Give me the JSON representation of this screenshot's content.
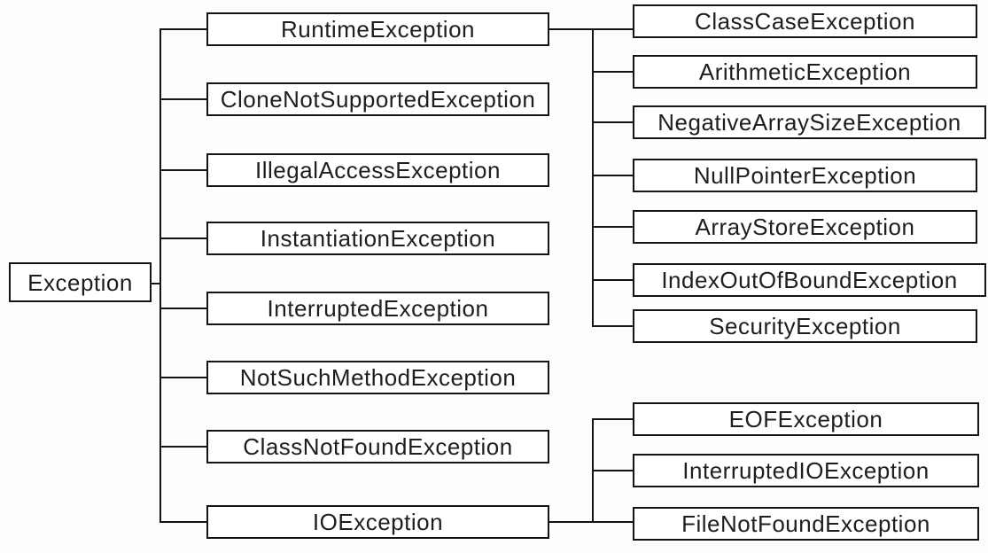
{
  "nodes": {
    "root": {
      "label": "Exception"
    },
    "level2": [
      {
        "label": "RuntimeException"
      },
      {
        "label": "CloneNotSupportedException"
      },
      {
        "label": "IllegalAccessException"
      },
      {
        "label": "InstantiationException"
      },
      {
        "label": "InterruptedException"
      },
      {
        "label": "NotSuchMethodException"
      },
      {
        "label": "ClassNotFoundException"
      },
      {
        "label": "IOException"
      }
    ],
    "runtime_children": [
      {
        "label": "ClassCaseException"
      },
      {
        "label": "ArithmeticException"
      },
      {
        "label": "NegativeArraySizeException"
      },
      {
        "label": "NullPointerException"
      },
      {
        "label": "ArrayStoreException"
      },
      {
        "label": "IndexOutOfBoundException"
      },
      {
        "label": "SecurityException"
      }
    ],
    "io_children": [
      {
        "label": "EOFException"
      },
      {
        "label": "InterruptedIOException"
      },
      {
        "label": "FileNotFoundException"
      }
    ]
  },
  "colors": {
    "background": "#fdfdfd",
    "line": "#141414",
    "box_fill": "#ffffff",
    "text": "#1e1e1e"
  }
}
